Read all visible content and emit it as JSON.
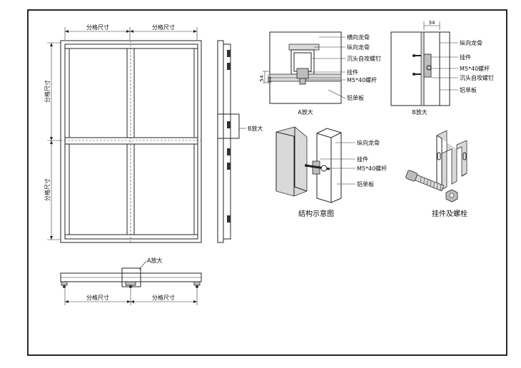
{
  "labels": {
    "cell_size": "分格尺寸",
    "zoom_a": "A放大",
    "zoom_b": "B放大",
    "transverse_keel": "横向龙骨",
    "longitudinal_keel": "纵向龙骨",
    "countersunk_screw": "沉头自攻螺钉",
    "hanger": "挂件",
    "bolt": "M5*40螺杆",
    "aluminum_panel": "铝单板",
    "structure_diagram": "结构示意图",
    "hanger_and_bolt": "挂件及螺栓",
    "dim_34": "34",
    "dim_54": "54",
    "dim_30": "30"
  }
}
